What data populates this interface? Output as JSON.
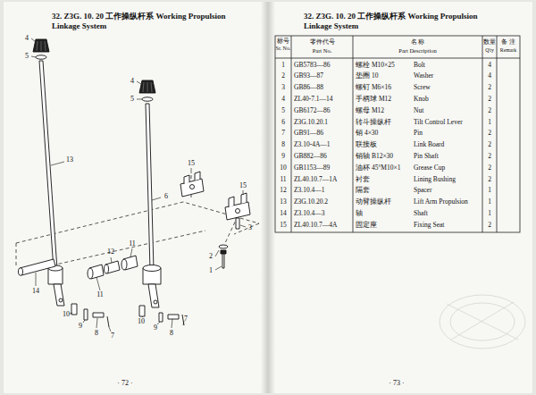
{
  "diagram": {
    "title": "32. Z3G. 10. 20 工作操纵杆系 Working Propulsion Linkage System",
    "labels": [
      "32. Z3G. 10. 20 工作操纵杆系 Working Propulsion Linkage System",
      "标号",
      "Sr. No.",
      "零件代号",
      "Part No.",
      "名 称",
      "Part Description",
      "数量",
      "备 注",
      "Q'ty",
      "Remark",
      "1",
      "GB5783—86",
      "螺栓 M10×25",
      "Bolt",
      "4",
      "2",
      "GB93—87",
      "垫圈 10",
      "Washer",
      "4",
      "3",
      "GB86—88",
      "螺钉 M6×16",
      "Screw",
      "2",
      "4",
      "ZL40-7.1—14",
      "手柄球 M12",
      "Knob",
      "2",
      "5",
      "GB6172—86",
      "螺母 M12",
      "Nut",
      "2",
      "6",
      "Z3G.10.20.1",
      "转斗操纵杆",
      "Tilt Control Lever",
      "1",
      "7",
      "GB91—86",
      "销 4×30",
      "Pin",
      "2",
      "8",
      "Z3.10-4A—1",
      "联接板",
      "Link Board",
      "2",
      "9",
      "GB882—86",
      "销轴 B12×30",
      "Pin Shaft",
      "2",
      "10",
      "GB1153—89",
      "油杯 45°M10×1",
      "Grease Cup",
      "2",
      "11",
      "ZL40.10.7—1A",
      "衬套",
      "Lining Bushing",
      "2",
      "12",
      "Z3.10.4—1",
      "隔套",
      "Spacer",
      "1",
      "13",
      "Z3G.10.20.2",
      "动臂操纵杆",
      "Lift Arm Propulsion",
      "1",
      "14",
      "Z3.10.4—3",
      "轴",
      "Shaft",
      "1",
      "15",
      "ZL40.10.7—4A",
      "固定座",
      "Fixing Seat",
      "2",
      "4",
      "5",
      "13",
      "4",
      "5",
      "6",
      "15",
      "15",
      "3",
      "2",
      "1",
      "14",
      "10",
      "9",
      "8",
      "7",
      "11",
      "12",
      "11",
      "10",
      "9",
      "8",
      "7",
      "· 72 ·",
      "· 73 ·"
    ]
  }
}
